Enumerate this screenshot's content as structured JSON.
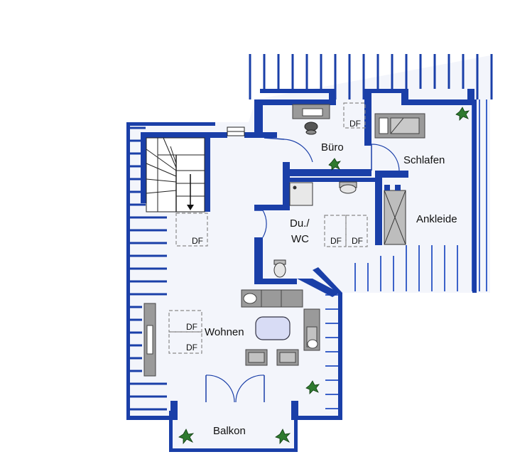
{
  "rooms": {
    "buero": "Büro",
    "schlafen": "Schlafen",
    "ankleide": "Ankleide",
    "du_wc_line1": "Du./",
    "du_wc_line2": "WC",
    "wohnen": "Wohnen",
    "balkon": "Balkon"
  },
  "skylight_label": "DF",
  "colors": {
    "wall": "#1a3fa8",
    "floor": "#f3f5fb",
    "furniture": "#9a9a9a",
    "plant": "#2f7a2f"
  },
  "icons": [
    "staircase-icon",
    "desk-icon",
    "office-chair-icon",
    "bed-icon",
    "wardrobe-icon",
    "shower-icon",
    "washbasin-icon",
    "toilet-icon",
    "sofa-icon",
    "coffee-table-icon",
    "armchair-icon",
    "sideboard-icon",
    "plant-icon",
    "radiator-icon"
  ]
}
